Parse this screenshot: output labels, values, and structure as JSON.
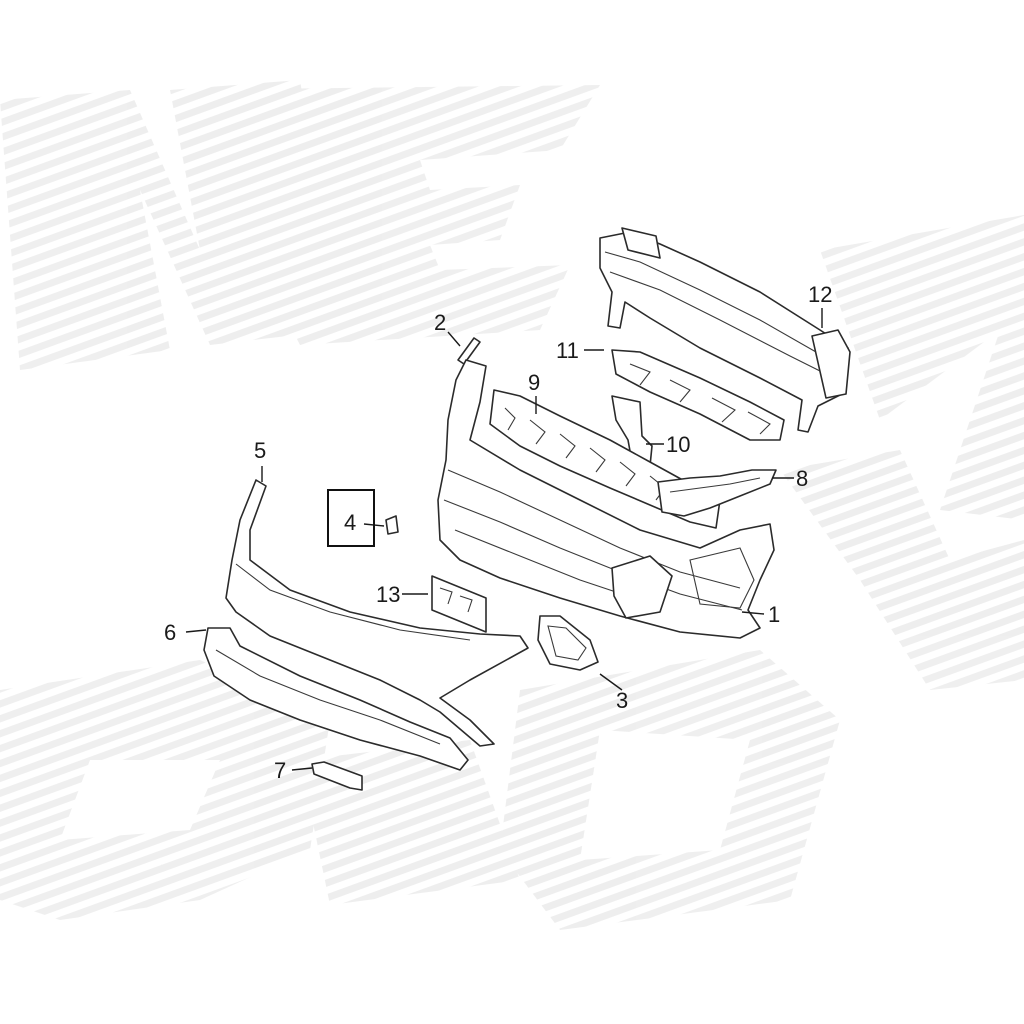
{
  "diagram": {
    "watermark_colors": {
      "stripe": "#ececec",
      "base": "#ffffff"
    },
    "line_color": "#2b2b2b",
    "callouts": [
      {
        "id": "1",
        "label": "1"
      },
      {
        "id": "2",
        "label": "2"
      },
      {
        "id": "3",
        "label": "3"
      },
      {
        "id": "4",
        "label": "4"
      },
      {
        "id": "5",
        "label": "5"
      },
      {
        "id": "6",
        "label": "6"
      },
      {
        "id": "7",
        "label": "7"
      },
      {
        "id": "8",
        "label": "8"
      },
      {
        "id": "9",
        "label": "9"
      },
      {
        "id": "10",
        "label": "10"
      },
      {
        "id": "11",
        "label": "11"
      },
      {
        "id": "12",
        "label": "12"
      },
      {
        "id": "13",
        "label": "13"
      }
    ],
    "highlighted_callout": "4"
  }
}
